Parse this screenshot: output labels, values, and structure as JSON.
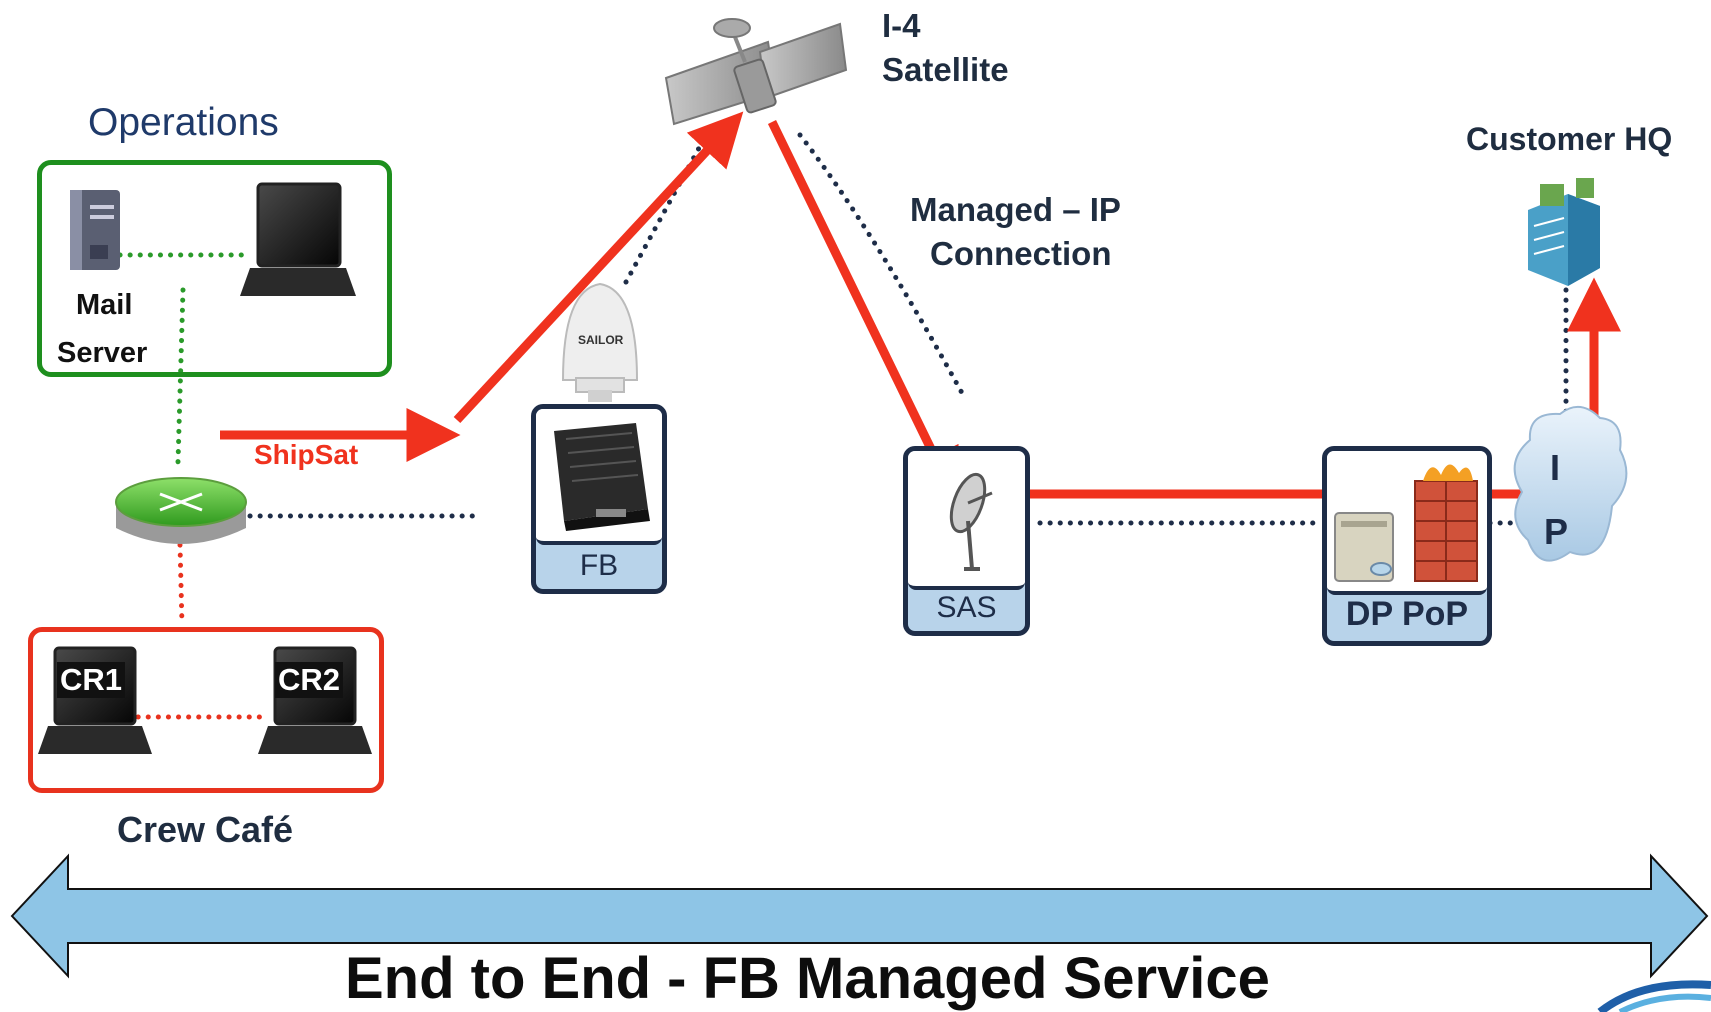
{
  "labels": {
    "operations": "Operations",
    "mail_server_line1": "Mail",
    "mail_server_line2": "Server",
    "satellite_line1": "I-4",
    "satellite_line2": "Satellite",
    "managed_ip_line1": "Managed – IP",
    "managed_ip_line2": "Connection",
    "customer_hq": "Customer HQ",
    "shipsat": "ShipSat",
    "fb": "FB",
    "sas": "SAS",
    "dp_pop": "DP PoP",
    "ip_cloud_line1": "I",
    "ip_cloud_line2": "P",
    "cr1": "CR1",
    "cr2": "CR2",
    "crew_cafe": "Crew Café",
    "antenna_brand": "SAILOR",
    "banner": "End to End  - FB Managed Service"
  },
  "colors": {
    "operations_border": "#1e8f1e",
    "crew_border": "#e8321e",
    "route_red": "#f0321e",
    "dotted_navy": "#1e2d48",
    "dotted_green": "#2a9a2a",
    "banner_arrow": "#8ec5e6",
    "device_border": "#1e2d48"
  }
}
